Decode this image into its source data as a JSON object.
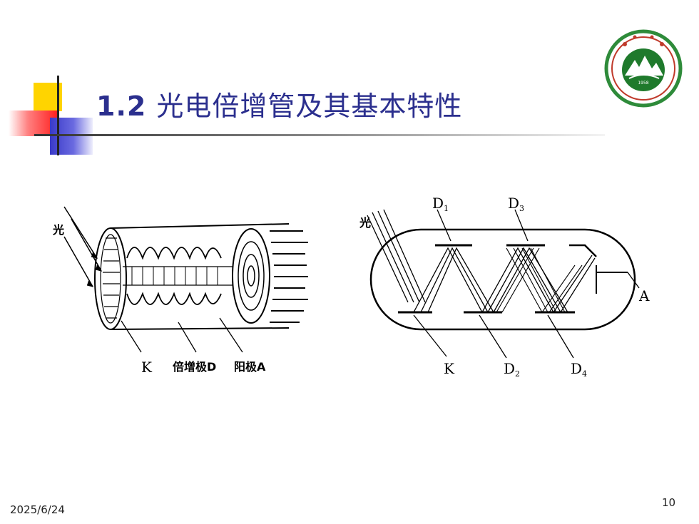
{
  "slide": {
    "title_number": "1.2",
    "title_text": "光电倍增管及其基本特性",
    "date": "2025/6/24",
    "page_number": "10"
  },
  "logo": {
    "icon": "university-seal-icon",
    "year": "1958",
    "colors": {
      "ring": "#2e8b3a",
      "inner": "#1f7a2c",
      "outer_ring": "#d04030"
    }
  },
  "left_diagram": {
    "light_label": "光",
    "label_k": "K",
    "label_dynode": "倍增极D",
    "label_anode": "阳极A"
  },
  "right_diagram": {
    "light_label": "光",
    "label_d1": "D",
    "label_d1_sub": "1",
    "label_d3": "D",
    "label_d3_sub": "3",
    "label_a": "A",
    "label_k": "K",
    "label_d2": "D",
    "label_d2_sub": "2",
    "label_d4": "D",
    "label_d4_sub": "4"
  },
  "colors": {
    "title": "#2b2f8e",
    "accent_yellow": "#ffd400",
    "accent_red": "#ff2020",
    "accent_blue": "#3a3ac8"
  }
}
